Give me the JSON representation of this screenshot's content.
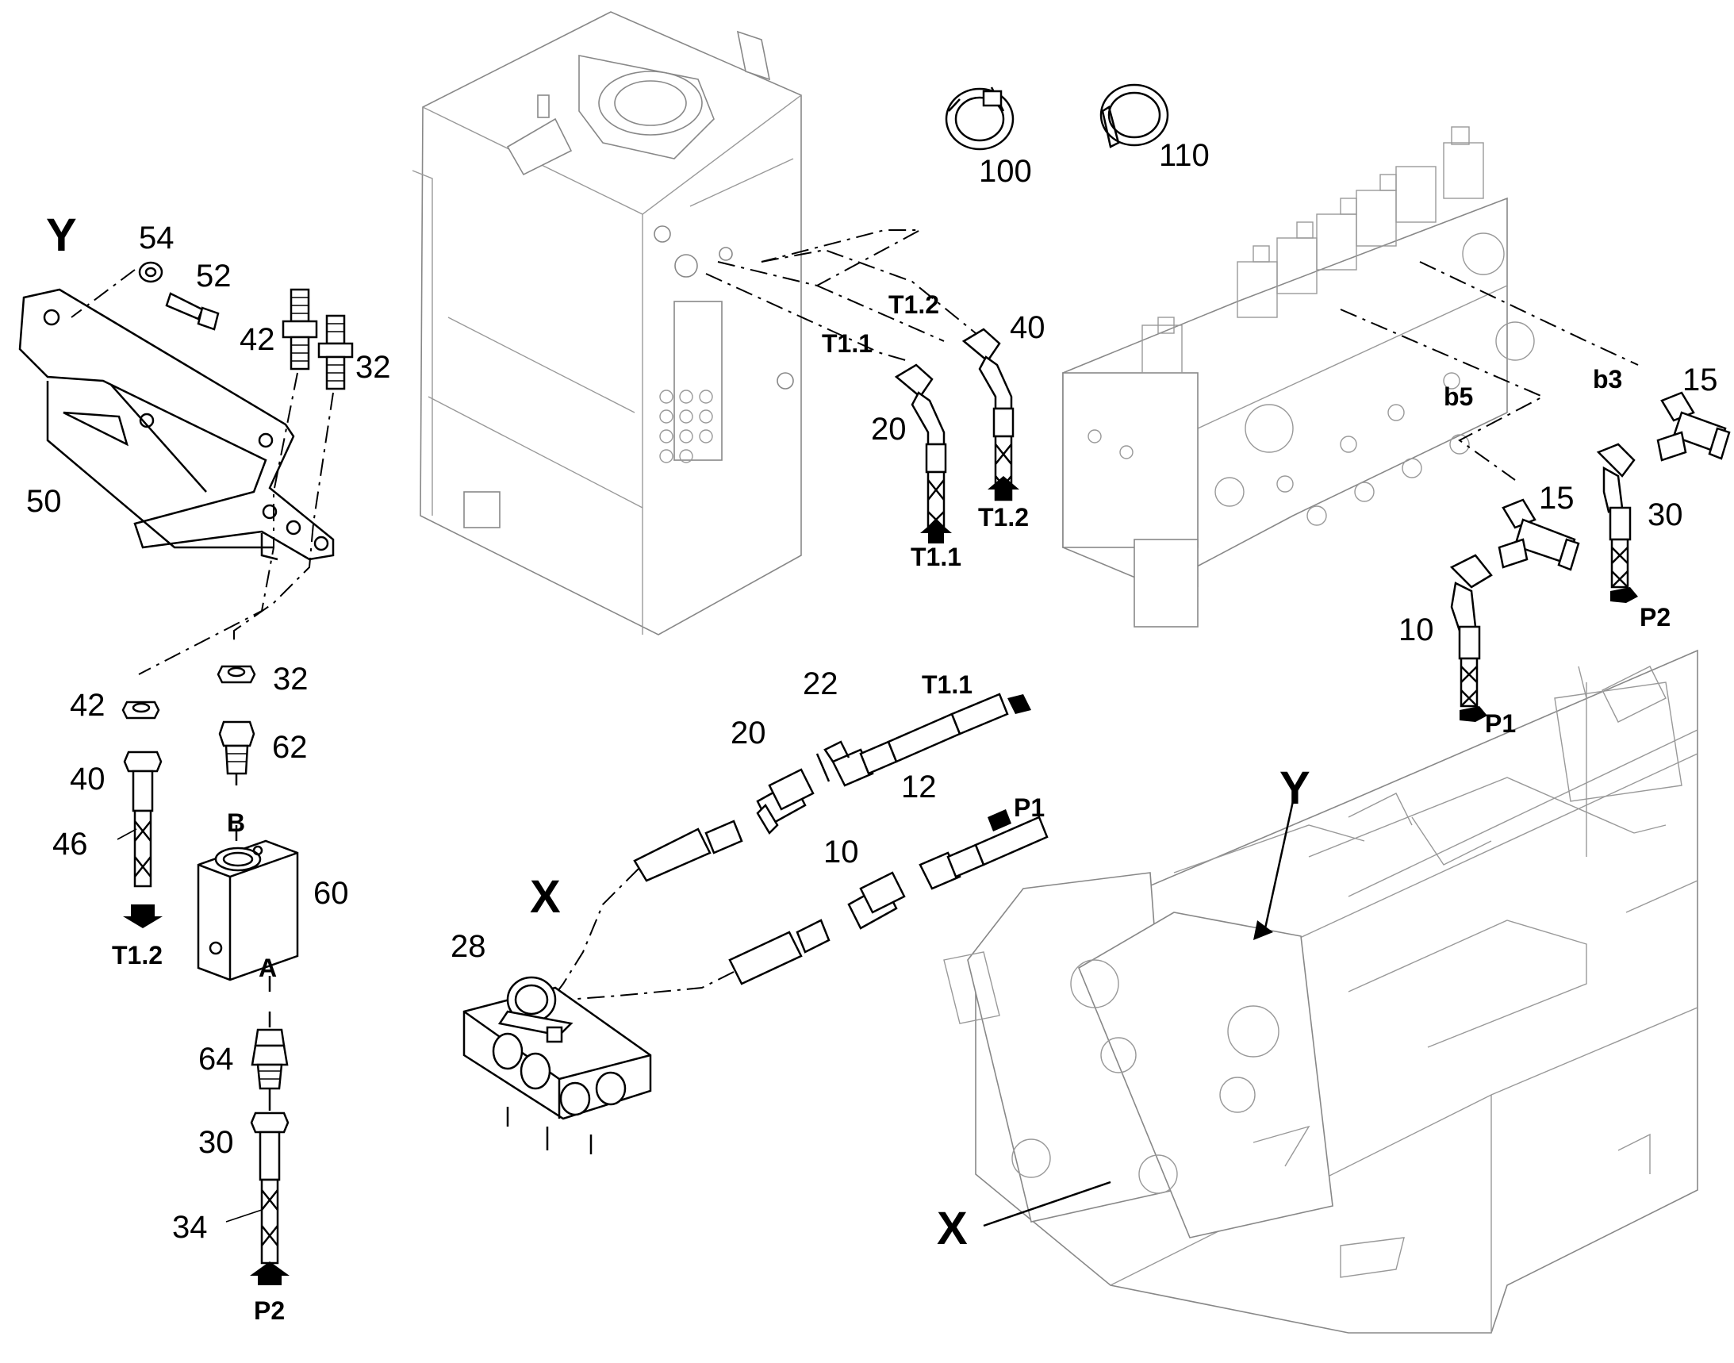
{
  "labels": {
    "y_detail": "Y",
    "x_detail": "X",
    "y_frame": "Y",
    "x_frame": "X",
    "n54": "54",
    "n52": "52",
    "n42_top": "42",
    "n32_top": "32",
    "n50": "50",
    "n42_bottom": "42",
    "n32_bottom": "32",
    "n40_left": "40",
    "n62": "62",
    "n46": "46",
    "port_b": "B",
    "n60": "60",
    "t12_left": "T1.2",
    "port_a": "A",
    "n64": "64",
    "n30_left": "30",
    "n34": "34",
    "p2_left": "P2",
    "n100": "100",
    "n110": "110",
    "t12_top": "T1.2",
    "n40_top": "40",
    "t11_top": "T1.1",
    "n20_top": "20",
    "t11_arrow": "T1.1",
    "t12_arrow": "T1.2",
    "b3": "b3",
    "n15_top": "15",
    "b5": "b5",
    "n15_mid": "15",
    "n30_right": "30",
    "p2_right": "P2",
    "n10_right": "10",
    "p1_right": "P1",
    "n22": "22",
    "t11_hose": "T1.1",
    "n20_hose": "20",
    "n12": "12",
    "p1_hose": "P1",
    "n10_hose": "10",
    "n28": "28"
  }
}
